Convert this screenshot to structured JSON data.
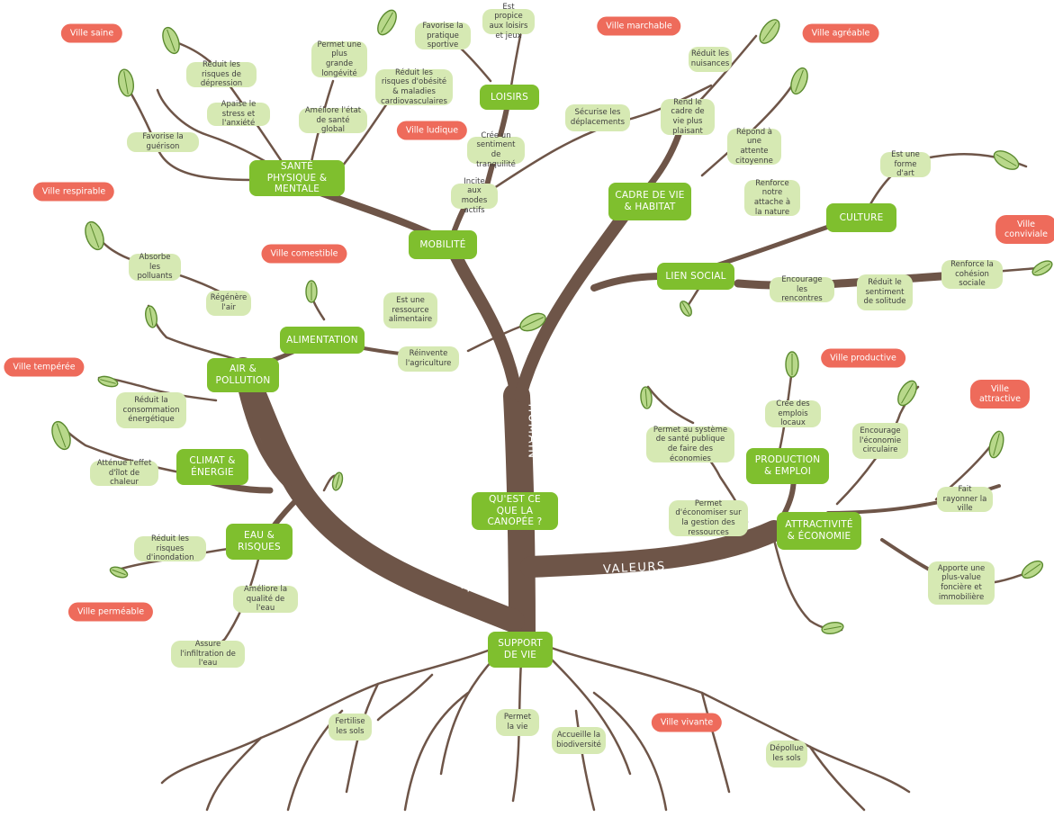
{
  "center": {
    "question": "QU'EST CE QUE LA CANOPÉE ?",
    "support": "SUPPORT DE VIE"
  },
  "branches": {
    "human": "HUMAIN",
    "environment": "ENVIRONNEMENT",
    "values": "VALEURS"
  },
  "main_nodes": {
    "sante": "SANTÉ PHYSIQUE & MENTALE",
    "mobilite": "MOBILITÉ",
    "loisirs": "LOISIRS",
    "cadre": "CADRE DE VIE & HABITAT",
    "culture": "CULTURE",
    "lien": "LIEN SOCIAL",
    "alimentation": "ALIMENTATION",
    "air": "AIR & POLLUTION",
    "climat": "CLIMAT & ÉNERGIE",
    "eau": "EAU & RISQUES",
    "production": "PRODUCTION & EMPLOI",
    "attractivite": "ATTRACTIVITÉ & ÉCONOMIE"
  },
  "sub_nodes": {
    "s1": "Réduit les risques de dépression",
    "s2": "Apaise le stress et l'anxiété",
    "s3": "Favorise la guérison",
    "s4": "Permet une plus grande longévité",
    "s5": "Améliore l'état de santé global",
    "s6": "Réduit les risques d'obésité & maladies cardiovasculaires",
    "s7": "Favorise la pratique sportive",
    "s8": "Est propice aux loisirs et jeux",
    "s9": "Sécurise les déplacements",
    "s10": "Crée un sentiment de tranquilité",
    "s11": "Incite aux modes actifs",
    "s12": "Réduit les nuisances",
    "s13": "Rend le cadre de vie plus plaisant",
    "s14": "Répond à une attente citoyenne",
    "s15": "Est une forme d'art",
    "s16": "Renforce notre attache à la nature",
    "s17": "Encourage les rencontres",
    "s18": "Réduit le sentiment de solitude",
    "s19": "Renforce la cohésion sociale",
    "s20": "Absorbe les polluants",
    "s21": "Régénère l'air",
    "s22": "Est une ressource alimentaire",
    "s23": "Réinvente l'agriculture",
    "s24": "Réduit la consommation énergétique",
    "s25": "Atténue l'effet d'îlot de chaleur",
    "s26": "Réduit les risques d'inondation",
    "s27": "Améliore la qualité de l'eau",
    "s28": "Assure l'infiltration de l'eau",
    "s29": "Crée des emplois locaux",
    "s30": "Permet au système de santé publique de faire des économies",
    "s31": "Encourage l'économie circulaire",
    "s32": "Permet d'économiser sur la gestion des ressources",
    "s33": "Fait rayonner la ville",
    "s34": "Apporte une plus-value foncière et immobilière",
    "s35": "Fertilise les sols",
    "s36": "Permet la vie",
    "s37": "Accueille la biodiversité",
    "s38": "Dépollue les sols"
  },
  "red_tags": {
    "saine": "Ville saine",
    "ludique": "Ville ludique",
    "marchable": "Ville marchable",
    "agreable": "Ville agréable",
    "respirable": "Ville respirable",
    "comestible": "Ville comestible",
    "conviviale": "Ville conviviale",
    "tempere": "Ville tempérée",
    "productive": "Ville productive",
    "attractive": "Ville attractive",
    "permeable": "Ville perméable",
    "vivante": "Ville vivante"
  },
  "colors": {
    "trunk": "#6e5548",
    "main_node": "#7fbf2e",
    "sub_node": "#d6e9b3",
    "tag": "#ee6b5b",
    "leaf": "#b8d88a"
  }
}
